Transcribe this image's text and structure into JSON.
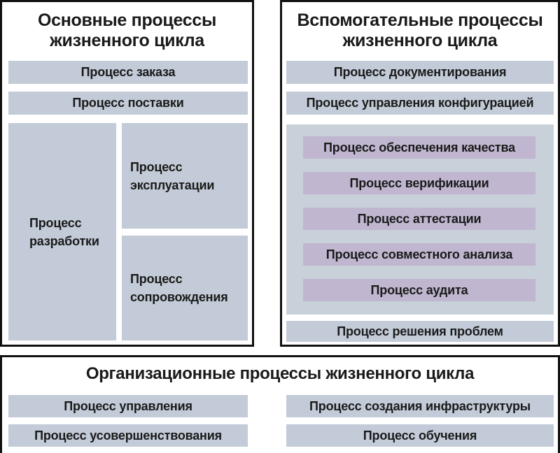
{
  "main": {
    "title_line1": "Основные процессы",
    "title_line2": "жизненного цикла",
    "order": "Процесс заказа",
    "supply": "Процесс поставки",
    "development_line1": "Процесс",
    "development_line2": "разработки",
    "operation_line1": "Процесс",
    "operation_line2": "эксплуатации",
    "maintenance_line1": "Процесс",
    "maintenance_line2": "сопровождения"
  },
  "support": {
    "title_line1": "Вспомогательные процессы",
    "title_line2": "жизненного цикла",
    "documentation": "Процесс документирования",
    "configuration": "Процесс управления конфигурацией",
    "quality": "Процесс обеспечения качества",
    "verification": "Процесс верификации",
    "validation": "Процесс аттестации",
    "joint_review": "Процесс совместного анализа",
    "audit": "Процесс аудита",
    "problem_resolution": "Процесс решения проблем"
  },
  "organizational": {
    "title": "Организационные процессы жизненного цикла",
    "management": "Процесс управления",
    "infrastructure": "Процесс создания инфраструктуры",
    "improvement": "Процесс усовершенствования",
    "training": "Процесс обучения"
  },
  "colors": {
    "blue_box": "#c2cbd7",
    "lilac_box": "#c0b6cf",
    "border": "#111111"
  }
}
